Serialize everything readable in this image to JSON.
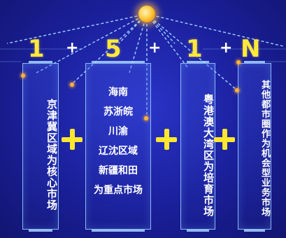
{
  "formula": {
    "n1": "1",
    "n2": "5",
    "n3": "1",
    "n4": "N",
    "plus": "+"
  },
  "cards": [
    {
      "text": "京津冀区域为核心市场"
    },
    {
      "lines": [
        "海南",
        "苏浙皖",
        "川渝",
        "辽沈区域",
        "新疆和田",
        "为重点市场"
      ]
    },
    {
      "text": "粤港澳大湾区为培育市场"
    },
    {
      "text": "其他都市圈作为机会型业务市场"
    }
  ],
  "colors": {
    "background": "#1a1f9a",
    "accent_yellow": "#ffe93a",
    "frame": "#96c8ff",
    "sun": "#f39a12"
  }
}
